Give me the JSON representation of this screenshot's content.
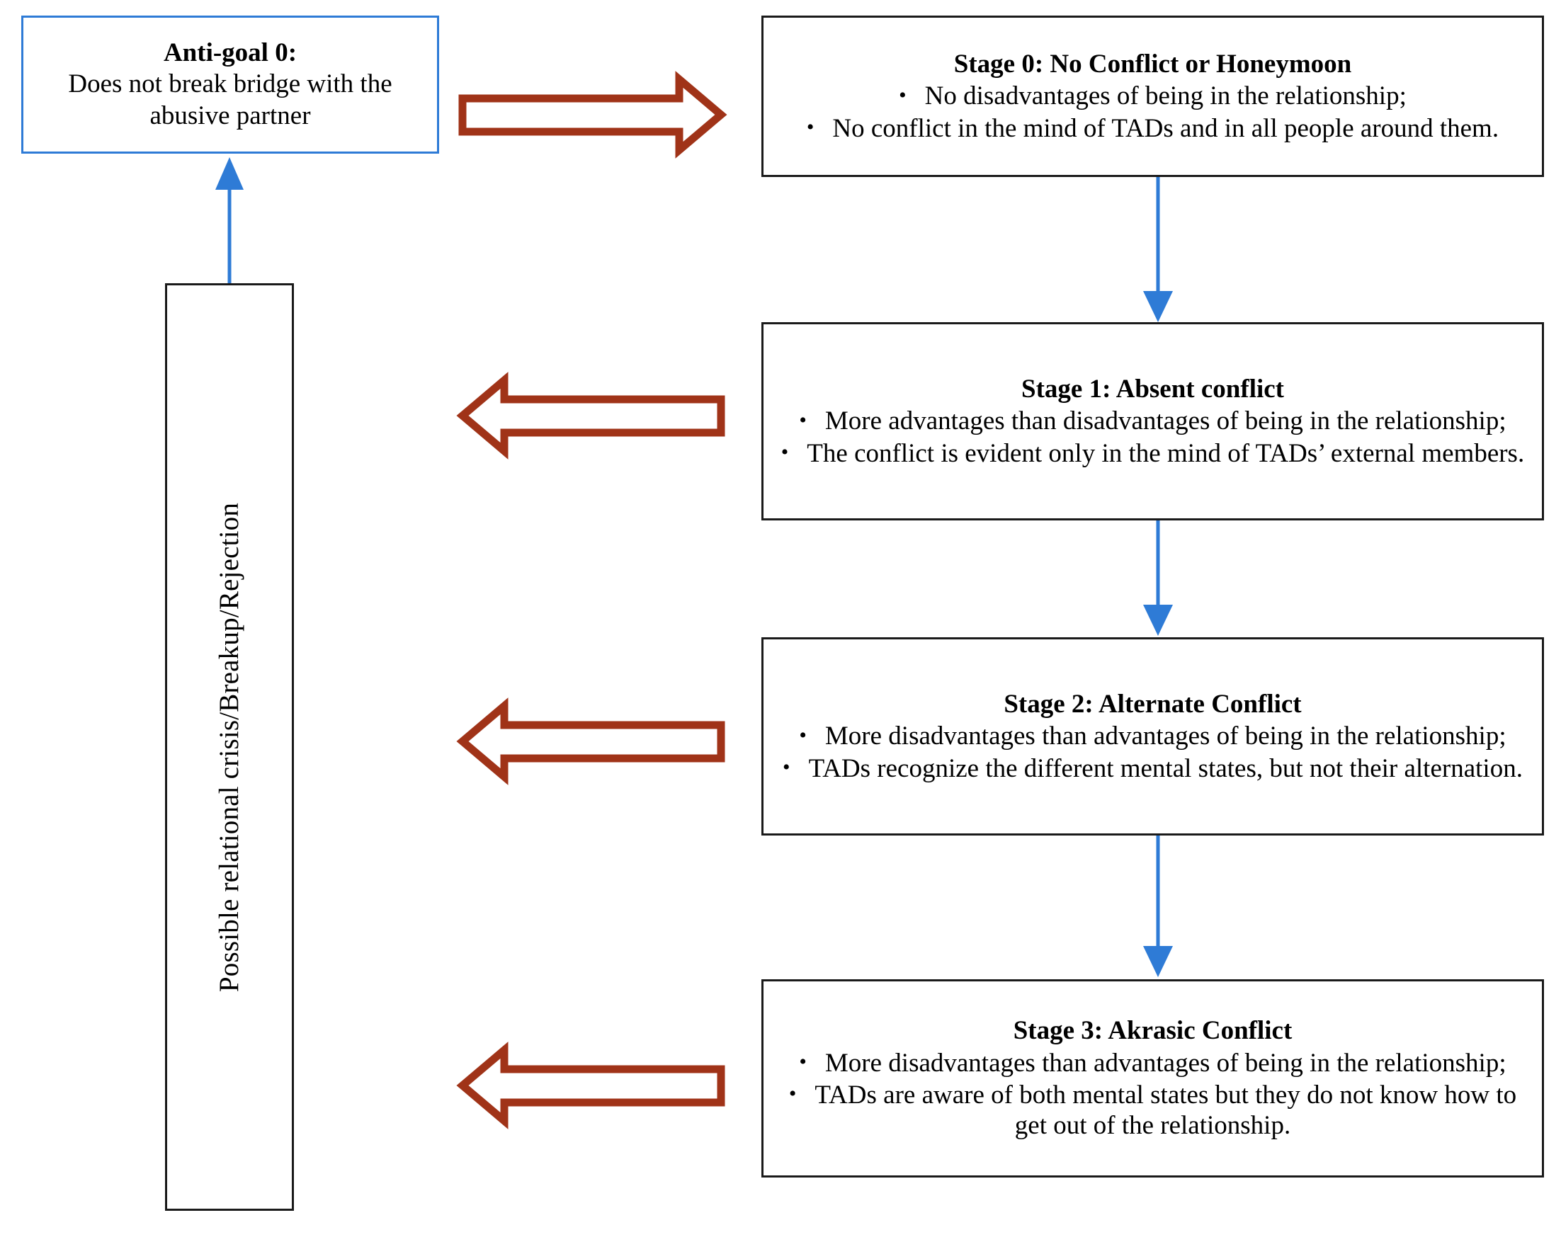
{
  "colors": {
    "box_border": "#1a1a1a",
    "antigoal_border": "#2E7BD6",
    "blue_arrow": "#2E7BD6",
    "red_arrow": "#A03318",
    "background": "#FFFFFF",
    "text": "#000000"
  },
  "antigoal": {
    "title": "Anti-goal 0:",
    "body": "Does not break bridge with the abusive partner"
  },
  "vertical_box": {
    "label": "Possible relational crisis/Breakup/Rejection"
  },
  "stages": [
    {
      "id": "stage-0",
      "title": "Stage 0: No Conflict or Honeymoon",
      "bullets": [
        "No disadvantages of being in the relationship;",
        "No conflict in the mind of TADs and in all people around them."
      ]
    },
    {
      "id": "stage-1",
      "title": "Stage 1: Absent conflict",
      "bullets": [
        "More advantages than disadvantages of being in the relationship;",
        "The conflict is evident only in the mind of TADs’ external members."
      ]
    },
    {
      "id": "stage-2",
      "title": "Stage 2: Alternate Conflict",
      "bullets": [
        "More disadvantages than advantages of being in the relationship;",
        "TADs recognize the different mental states, but not their alternation."
      ]
    },
    {
      "id": "stage-3",
      "title": "Stage 3: Akrasic Conflict",
      "bullets": [
        "More disadvantages than advantages of being in the relationship;",
        "TADs are aware of both mental states but they do not know how to get out of the relationship."
      ]
    }
  ],
  "connectors": {
    "red_arrow_right_label": "anti-goal to stage 0",
    "red_arrow_left_labels": [
      "stage 1 to crisis",
      "stage 2 to crisis",
      "stage 3 to crisis"
    ],
    "blue_arrow_up_label": "crisis to anti-goal",
    "blue_arrow_down_labels": [
      "stage 0 to stage 1",
      "stage 1 to stage 2",
      "stage 2 to stage 3"
    ]
  },
  "bullet_glyph": "•"
}
